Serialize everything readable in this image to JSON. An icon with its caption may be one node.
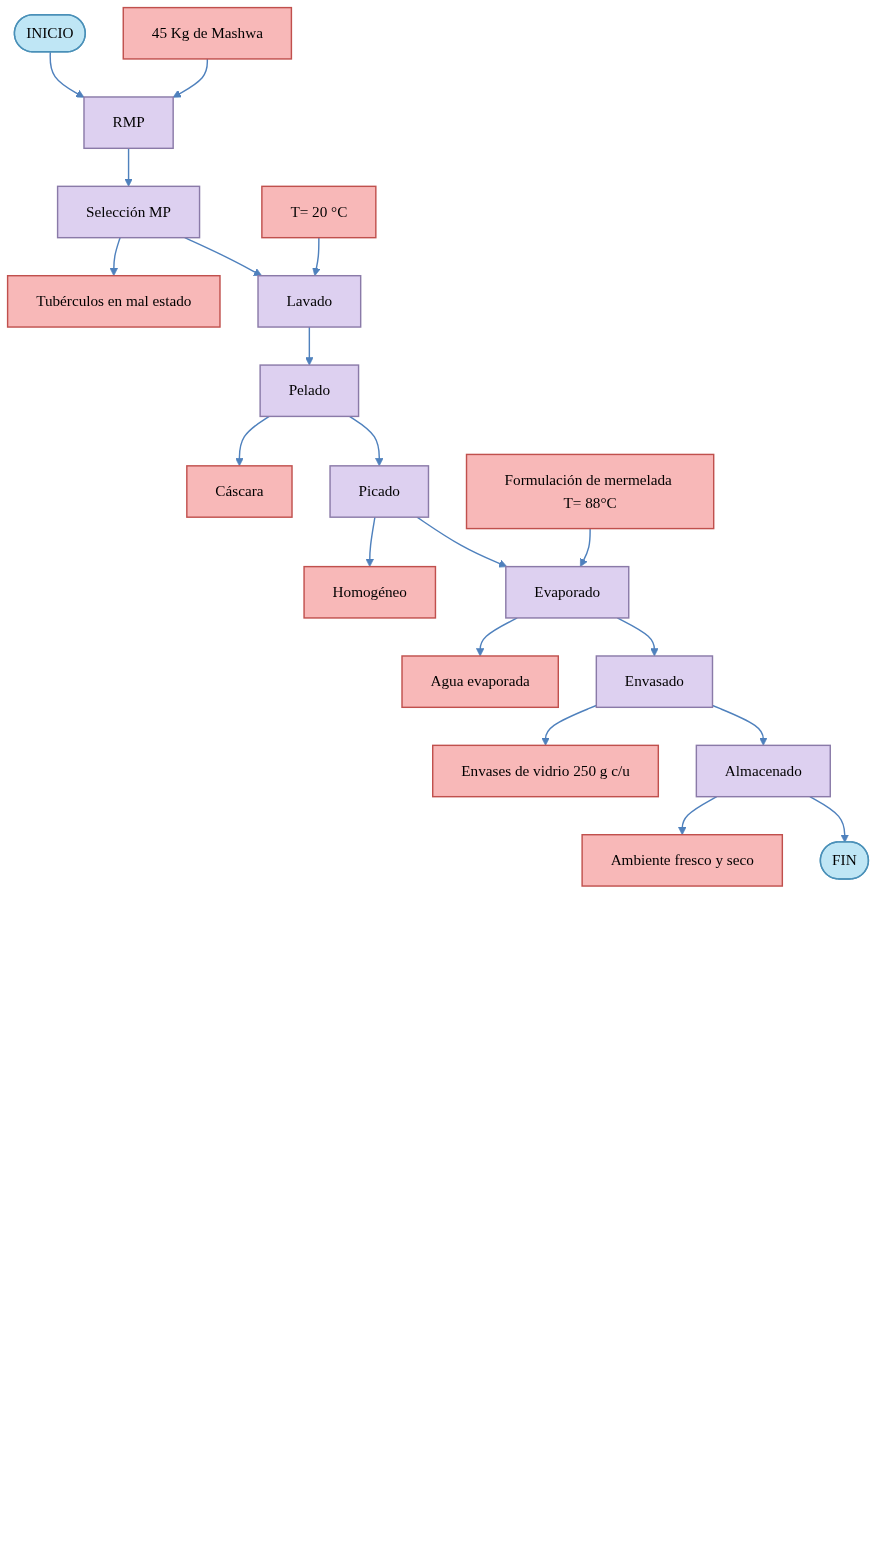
{
  "diagram": {
    "nodes": [
      {
        "text": [
          "INICIO"
        ]
      },
      {
        "text": [
          "45 Kg de Mashwa"
        ]
      },
      {
        "text": [
          "RMP"
        ]
      },
      {
        "text": [
          "Selección MP"
        ]
      },
      {
        "text": [
          "Tubérculos en mal estado"
        ]
      },
      {
        "text": [
          "T= 20 °C"
        ]
      },
      {
        "text": [
          "Lavado"
        ]
      },
      {
        "text": [
          "Pelado"
        ]
      },
      {
        "text": [
          "Cáscara"
        ]
      },
      {
        "text": [
          "Picado"
        ]
      },
      {
        "text": [
          "Homogéneo"
        ]
      },
      {
        "text": [
          "Formulación de mermelada T= 88°C"
        ]
      },
      {
        "text": [
          "Evaporado"
        ]
      },
      {
        "text": [
          "Agua evaporada"
        ]
      },
      {
        "text": [
          "Envasado"
        ]
      },
      {
        "text": [
          "Envases de vidrio 250 g c/u"
        ]
      },
      {
        "text": [
          "Almacenado"
        ]
      },
      {
        "text": [
          "Ambiente fresco y seco"
        ]
      },
      {
        "text": [
          "FIN"
        ]
      }
    ],
    "edges": [
      {
        "from": 0,
        "to": 2,
        "arrow": "to"
      },
      {
        "from": 1,
        "to": 2,
        "arrow": "to"
      },
      {
        "from": 2,
        "to": 3,
        "arrow": "to"
      },
      {
        "from": 3,
        "to": 4,
        "arrow": "to"
      },
      {
        "from": 5,
        "to": 6,
        "arrow": "to"
      },
      {
        "from": 3,
        "to": 6,
        "arrow": "to"
      },
      {
        "from": 6,
        "to": 7,
        "arrow": "to"
      },
      {
        "from": 7,
        "to": 8,
        "arrow": "to"
      },
      {
        "from": 7,
        "to": 9,
        "arrow": "to"
      },
      {
        "from": 9,
        "to": 10,
        "arrow": "to"
      },
      {
        "from": 11,
        "to": 12,
        "arrow": "to"
      },
      {
        "from": 9,
        "to": 12,
        "arrow": "to"
      },
      {
        "from": 12,
        "to": 13,
        "arrow": "to"
      },
      {
        "from": 12,
        "to": 14,
        "arrow": "to"
      },
      {
        "from": 14,
        "to": 15,
        "arrow": "to"
      },
      {
        "from": 14,
        "to": 16,
        "arrow": "to"
      },
      {
        "from": 16,
        "to": 17,
        "arrow": "to"
      },
      {
        "from": 16,
        "to": 18,
        "arrow": "to"
      }
    ]
  }
}
